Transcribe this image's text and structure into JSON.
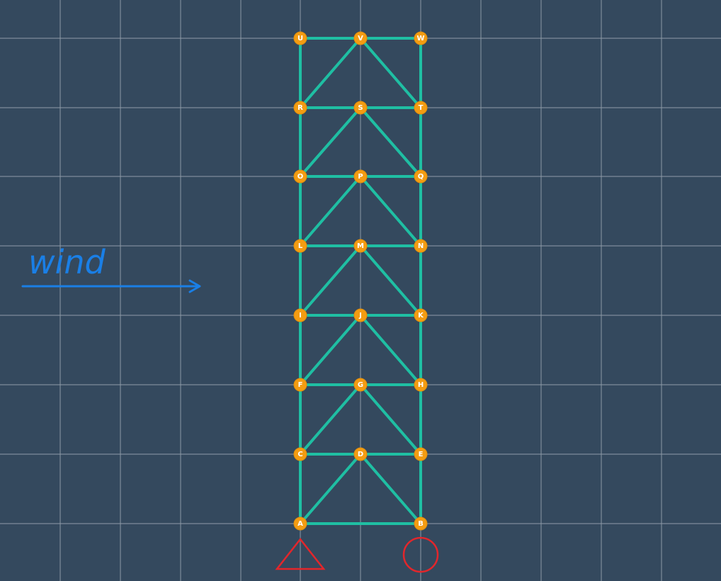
{
  "annotation": {
    "wind_label": "wind"
  },
  "nodes": [
    "A",
    "B",
    "C",
    "D",
    "E",
    "F",
    "G",
    "H",
    "I",
    "J",
    "K",
    "L",
    "M",
    "N",
    "O",
    "P",
    "Q",
    "R",
    "S",
    "T",
    "U",
    "V",
    "W"
  ],
  "members": [
    [
      "A",
      "B"
    ],
    [
      "A",
      "C"
    ],
    [
      "B",
      "E"
    ],
    [
      "A",
      "D"
    ],
    [
      "D",
      "B"
    ],
    [
      "C",
      "D"
    ],
    [
      "D",
      "E"
    ],
    [
      "C",
      "F"
    ],
    [
      "E",
      "H"
    ],
    [
      "C",
      "G"
    ],
    [
      "G",
      "E"
    ],
    [
      "F",
      "G"
    ],
    [
      "G",
      "H"
    ],
    [
      "F",
      "I"
    ],
    [
      "H",
      "K"
    ],
    [
      "F",
      "J"
    ],
    [
      "J",
      "H"
    ],
    [
      "I",
      "J"
    ],
    [
      "J",
      "K"
    ],
    [
      "I",
      "L"
    ],
    [
      "K",
      "N"
    ],
    [
      "I",
      "M"
    ],
    [
      "M",
      "K"
    ],
    [
      "L",
      "M"
    ],
    [
      "M",
      "N"
    ],
    [
      "L",
      "O"
    ],
    [
      "N",
      "Q"
    ],
    [
      "L",
      "P"
    ],
    [
      "P",
      "N"
    ],
    [
      "O",
      "P"
    ],
    [
      "P",
      "Q"
    ],
    [
      "O",
      "R"
    ],
    [
      "Q",
      "T"
    ],
    [
      "O",
      "S"
    ],
    [
      "S",
      "Q"
    ],
    [
      "R",
      "S"
    ],
    [
      "S",
      "T"
    ],
    [
      "R",
      "U"
    ],
    [
      "T",
      "W"
    ],
    [
      "R",
      "V"
    ],
    [
      "V",
      "T"
    ],
    [
      "U",
      "V"
    ],
    [
      "V",
      "W"
    ]
  ],
  "supports": [
    {
      "node": "A",
      "type": "pin"
    },
    {
      "node": "B",
      "type": "roller"
    }
  ],
  "colors": {
    "background": "#34495e",
    "grid": "#8b98a5",
    "member": "#1fbfa3",
    "node": "#f39c12",
    "support": "#e3262b",
    "wind": "#1a7fe6"
  }
}
